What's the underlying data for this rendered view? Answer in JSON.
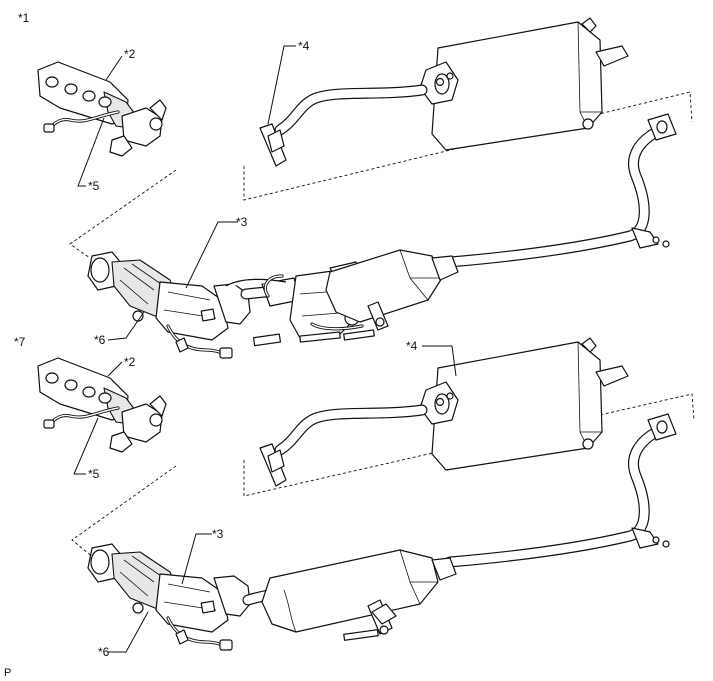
{
  "labels": {
    "c1": "*1",
    "c2_top": "*2",
    "c3_top": "*3",
    "c4_top": "*4",
    "c5_top": "*5",
    "c6_top": "*6",
    "c7": "*7",
    "c2_bottom": "*2",
    "c3_bottom": "*3",
    "c4_bottom": "*4",
    "c5_bottom": "*5",
    "c6_bottom": "*6",
    "corner": "P"
  },
  "colors": {
    "line": "#111111",
    "fill": "#ffffff",
    "shade": "#e7e7e7"
  }
}
